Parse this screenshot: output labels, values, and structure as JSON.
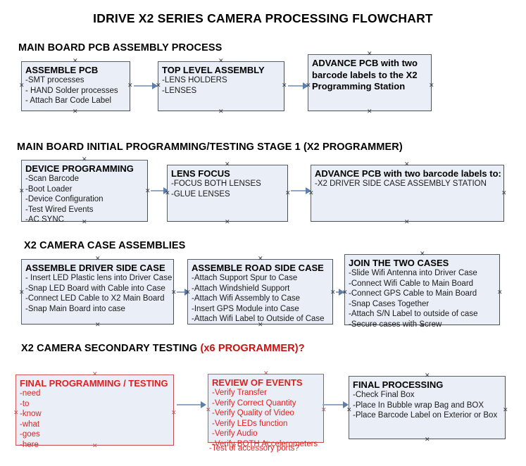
{
  "document": {
    "title": "IDRIVE X2  SERIES CAMERA PROCESSING FLOWCHART"
  },
  "sections": [
    {
      "heading": "MAIN BOARD PCB ASSEMBLY PROCESS",
      "heading_accent": "",
      "nodes": [
        {
          "title": "ASSEMBLE PCB",
          "lines": [
            "-SMT processes",
            "- HAND Solder processes",
            "- Attach Bar Code Label"
          ]
        },
        {
          "title": "TOP LEVEL ASSEMBLY",
          "lines": [
            "-LENS HOLDERS",
            "-LENSES"
          ]
        },
        {
          "title": "ADVANCE PCB with two barcode labels to the  X2 Programming Station",
          "lines": []
        }
      ]
    },
    {
      "heading": "MAIN BOARD INITIAL PROGRAMMING/TESTING STAGE 1 (X2 PROGRAMMER)",
      "heading_accent": "",
      "nodes": [
        {
          "title": "DEVICE PROGRAMMING",
          "lines": [
            "-Scan Barcode",
            "-Boot Loader",
            "-Device Configuration",
            "-Test Wired Events",
            "-AC SYNC"
          ]
        },
        {
          "title": "LENS FOCUS",
          "lines": [
            "-FOCUS BOTH LENSES",
            "-GLUE LENSES"
          ]
        },
        {
          "title": "ADVANCE PCB with two barcode labels to:",
          "lines": [
            "-X2 DRIVER  SIDE  CASE  ASSEMBLY STATION"
          ]
        }
      ]
    },
    {
      "heading": "X2 CAMERA CASE ASSEMBLIES",
      "heading_accent": "",
      "nodes": [
        {
          "title": "ASSEMBLE DRIVER SIDE CASE",
          "lines": [
            "- Insert LED Plastic lens into Driver Case",
            "-Snap LED Board with Cable into Case",
            "-Connect LED Cable to X2 Main Board",
            "-Snap Main Board into case"
          ]
        },
        {
          "title": "ASSEMBLE ROAD SIDE CASE",
          "lines": [
            "-Attach Support Spur to Case",
            "-Attach Windshield Support",
            "-Attach Wifi Assembly to Case",
            "-Insert GPS Module into Case",
            "-Attach Wifi Label to Outside of Case"
          ]
        },
        {
          "title": "JOIN THE TWO CASES",
          "lines": [
            "-Slide Wifi Antenna into Driver Case",
            "-Connect Wifi Cable to Main Board",
            "-Connect GPS Cable to Main Board",
            "-Snap Cases Together",
            "-Attach S/N Label to outside of case",
            "-Secure cases with Screw"
          ]
        }
      ]
    },
    {
      "heading": "X2 CAMERA SECONDARY TESTING ",
      "heading_accent": "(x6 PROGRAMMER)?",
      "nodes": [
        {
          "title": "FINAL PROGRAMMING / TESTING",
          "lines": [
            "-need",
            "-to",
            "-know",
            "-what",
            "-goes",
            "-here"
          ]
        },
        {
          "title": "REVIEW OF EVENTS",
          "lines": [
            "-Verify Transfer",
            "-Verify Correct Quantity",
            "-Verify Quality of Video",
            "-Verify LEDs function",
            "-Verify Audio",
            "-Verify BOTH Accelerometers"
          ],
          "overflow_line": "-Test of accessory ports?"
        },
        {
          "title": "FINAL PROCESSING",
          "lines": [
            " -Check Final Box",
            "-Place In Bubble wrap Bag and BOX",
            "-Place Barcode Label on Exterior or Box"
          ]
        }
      ]
    }
  ],
  "colors": {
    "node_fill": "#eaeff7",
    "node_border": "#5a5f66",
    "red_accent": "#e02020",
    "connector": "#8fa8c8"
  }
}
